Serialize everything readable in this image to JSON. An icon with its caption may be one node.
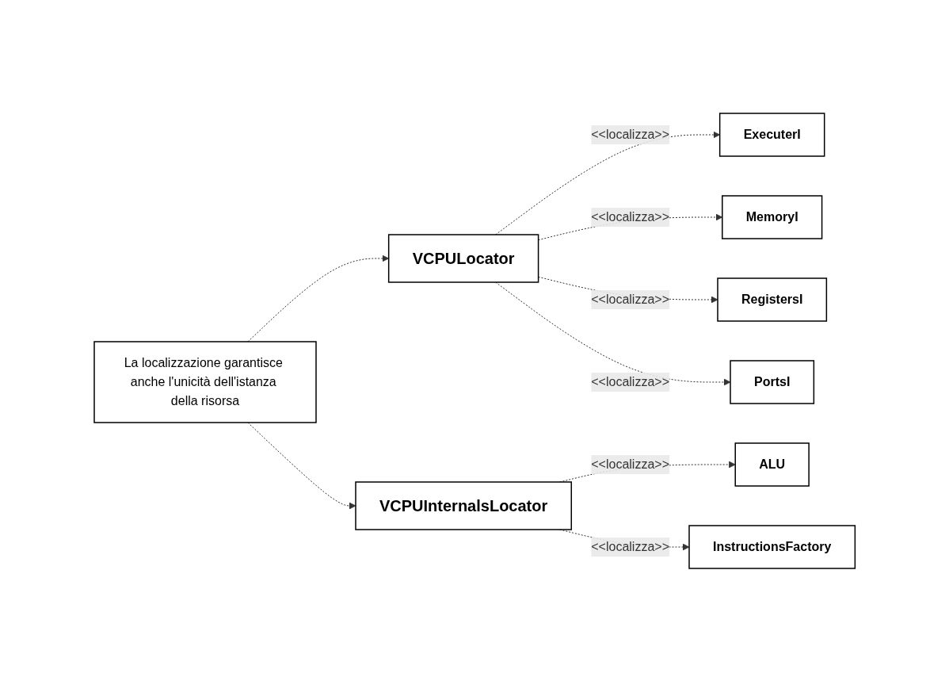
{
  "diagram": {
    "nodes": [
      {
        "text": [
          "ExecuterI"
        ]
      },
      {
        "text": [
          "MemoryI"
        ]
      },
      {
        "text": [
          "VCPULocator"
        ]
      },
      {
        "text": [
          "RegistersI"
        ]
      },
      {
        "text": [
          "PortsI"
        ]
      },
      {
        "text": [
          "La localizzazione garantisce anche l'unicità dell'istanza della risorsa"
        ]
      },
      {
        "text": [
          "ALU"
        ]
      },
      {
        "text": [
          "VCPUInternalsLocator"
        ]
      },
      {
        "text": [
          "InstructionsFactory"
        ]
      }
    ],
    "edges": [
      {
        "from": 2,
        "to": 0,
        "arrow": "to",
        "label": "<<localizza>>",
        "style": "dashed"
      },
      {
        "from": 2,
        "to": 1,
        "arrow": "to",
        "label": "<<localizza>>",
        "style": "dashed"
      },
      {
        "from": 2,
        "to": 3,
        "arrow": "to",
        "label": "<<localizza>>",
        "style": "dashed"
      },
      {
        "from": 2,
        "to": 4,
        "arrow": "to",
        "label": "<<localizza>>",
        "style": "dashed"
      },
      {
        "from": 5,
        "to": 2,
        "arrow": "to",
        "style": "dashed"
      },
      {
        "from": 5,
        "to": 7,
        "arrow": "to",
        "style": "dashed"
      },
      {
        "from": 7,
        "to": 6,
        "arrow": "to",
        "label": "<<localizza>>",
        "style": "dashed"
      },
      {
        "from": 7,
        "to": 8,
        "arrow": "to",
        "label": "<<localizza>>",
        "style": "dashed"
      }
    ]
  }
}
